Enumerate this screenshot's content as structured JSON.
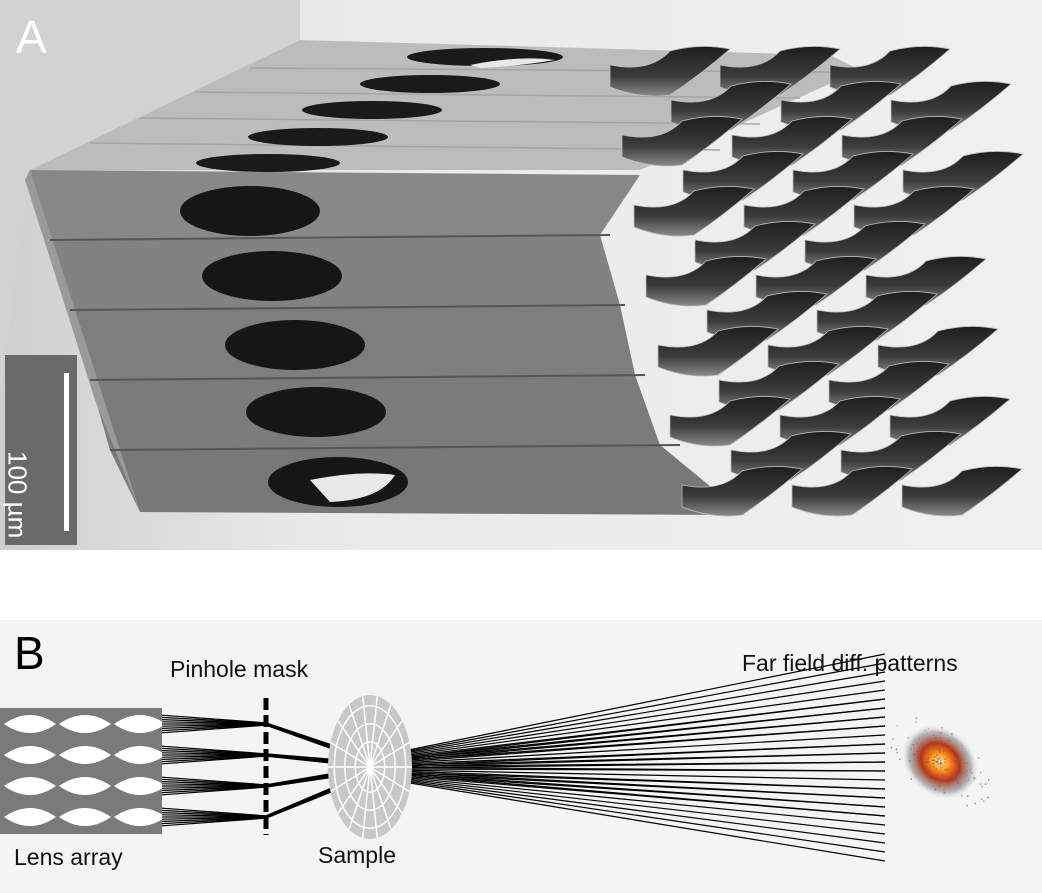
{
  "panel_a": {
    "letter": "A",
    "scale_bar": "100 µm"
  },
  "panel_b": {
    "letter": "B",
    "labels": {
      "pinhole_mask": "Pinhole mask",
      "far_field": "Far field diff. patterns",
      "lens_array": "Lens array",
      "sample": "Sample"
    }
  }
}
